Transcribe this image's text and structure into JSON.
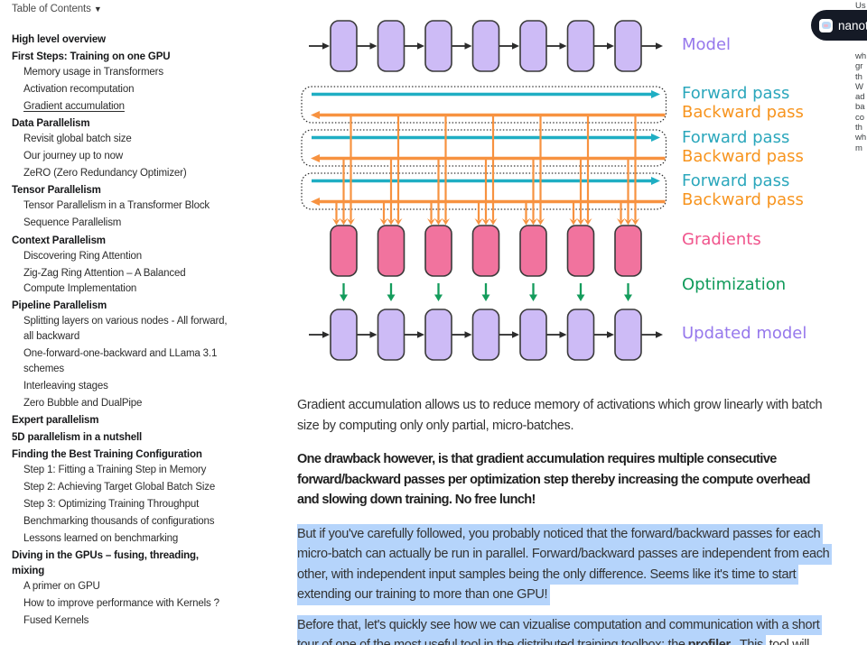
{
  "toc": {
    "title": "Table of Contents",
    "caret": "▼",
    "groups": [
      {
        "label": "High level overview",
        "items": []
      },
      {
        "label": "First Steps: Training on one GPU",
        "items": [
          {
            "label": "Memory usage in Transformers"
          },
          {
            "label": "Activation recomputation"
          },
          {
            "label": "Gradient accumulation",
            "active": true
          }
        ]
      },
      {
        "label": "Data Parallelism",
        "items": [
          {
            "label": "Revisit global batch size"
          },
          {
            "label": "Our journey up to now"
          },
          {
            "label": "ZeRO (Zero Redundancy Optimizer)"
          }
        ]
      },
      {
        "label": "Tensor Parallelism",
        "items": [
          {
            "label": "Tensor Parallelism in a Transformer Block"
          },
          {
            "label": "Sequence Parallelism"
          }
        ]
      },
      {
        "label": "Context Parallelism",
        "items": [
          {
            "label": "Discovering Ring Attention"
          },
          {
            "label": "Zig-Zag Ring Attention – A Balanced\nCompute Implementation"
          }
        ]
      },
      {
        "label": "Pipeline Parallelism",
        "items": [
          {
            "label": "Splitting layers on various nodes - All forward,\nall backward"
          },
          {
            "label": "One-forward-one-backward and LLama 3.1\nschemes"
          },
          {
            "label": "Interleaving stages"
          },
          {
            "label": "Zero Bubble and DualPipe"
          }
        ]
      },
      {
        "label": "Expert parallelism",
        "items": []
      },
      {
        "label": "5D parallelism in a nutshell",
        "items": []
      },
      {
        "label": "Finding the Best Training Configuration",
        "items": [
          {
            "label": "Step 1: Fitting a Training Step in Memory"
          },
          {
            "label": "Step 2: Achieving Target Global Batch Size"
          },
          {
            "label": "Step 3: Optimizing Training Throughput"
          },
          {
            "label": "Benchmarking thousands of configurations"
          },
          {
            "label": "Lessons learned on benchmarking"
          }
        ]
      },
      {
        "label": "Diving in the GPUs – fusing, threading,\nmixing",
        "items": [
          {
            "label": "A primer on GPU"
          },
          {
            "label": "How to improve performance with Kernels ?"
          },
          {
            "label": "Fused Kernels"
          }
        ]
      }
    ]
  },
  "diagram": {
    "columns": 7,
    "passes": 3,
    "colors": {
      "box_purple": "#CDBBF6",
      "box_pink": "#F1739E",
      "box_stroke": "#3A3A3A",
      "arrow_black": "#2B2B2B",
      "forward_teal": "#1FAEC3",
      "backward_orange": "#F79240",
      "optim_green": "#149C5C"
    },
    "labels": {
      "model": "Model",
      "forward": "Forward pass",
      "backward": "Backward pass",
      "gradients": "Gradients",
      "optimization": "Optimization",
      "updated_model": "Updated model"
    },
    "label_colors": {
      "model": "#9678EC",
      "forward": "#2BA7BC",
      "backward": "#F7941E",
      "gradients": "#F0548C",
      "optimization": "#119B5B",
      "updated_model": "#9678EC"
    }
  },
  "article": {
    "paragraphs": [
      {
        "style": "normal",
        "highlight": false,
        "lines": [
          "Gradient accumulation allows us to reduce memory of activations which grow linearly with batch",
          "size by computing only only partial, micro-batches."
        ]
      },
      {
        "style": "bold",
        "highlight": false,
        "lines": [
          "One drawback however, is that gradient accumulation requires multiple consecutive",
          "forward/backward passes per optimization step thereby increasing the compute overhead",
          "and slowing down training. No free lunch!"
        ]
      },
      {
        "style": "normal",
        "highlight": true,
        "lines": [
          "But if you've carefully followed, you probably noticed that the forward/backward passes for each",
          "micro-batch can actually be run in parallel. Forward/backward passes are independent from each",
          "other, with independent input samples being the only difference. Seems like it's time to start",
          "extending our training to more than one GPU!"
        ]
      },
      {
        "style": "normal",
        "highlight": true,
        "lines": [
          "Before that, let's quickly see how we can vizualise computation and communication with a short",
          [
            {
              "t": "tour of one of the most useful tool in the distributed training toolbox: the ",
              "hl": true
            },
            {
              "t": "profiler",
              "hl": true,
              "b": true
            },
            {
              "t": ". This",
              "hl": true
            },
            {
              "t": " tool will",
              "hl": false
            }
          ]
        ]
      }
    ]
  },
  "pill": {
    "label": "nanot"
  },
  "margin_notes": {
    "top_fragment": "Us",
    "lines": [
      "wh",
      "gr",
      "th",
      "W",
      "ad",
      "ba",
      "co",
      "th",
      "wh",
      "m"
    ]
  }
}
